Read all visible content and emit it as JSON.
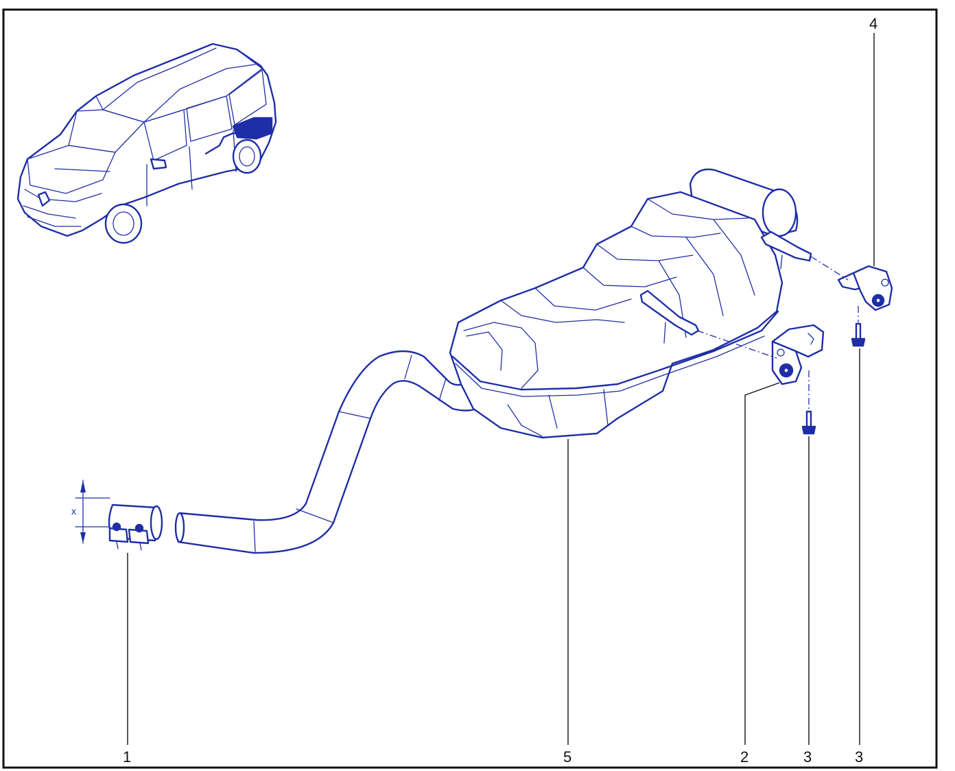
{
  "colors": {
    "line": "#1e2ea6",
    "leader": "#111111",
    "background": "#ffffff"
  },
  "callouts": [
    {
      "id": "clamp",
      "label": "1"
    },
    {
      "id": "front-mount",
      "label": "2"
    },
    {
      "id": "bolt-front",
      "label": "3"
    },
    {
      "id": "bolt-rear",
      "label": "3"
    },
    {
      "id": "rear-mount",
      "label": "4"
    },
    {
      "id": "silencer",
      "label": "5"
    }
  ],
  "dimension": {
    "label": "x"
  },
  "icons": [
    "car-overview-icon",
    "exhaust-clamp-icon",
    "silencer-icon",
    "rubber-mount-icon",
    "bolt-icon",
    "bracket-icon"
  ]
}
